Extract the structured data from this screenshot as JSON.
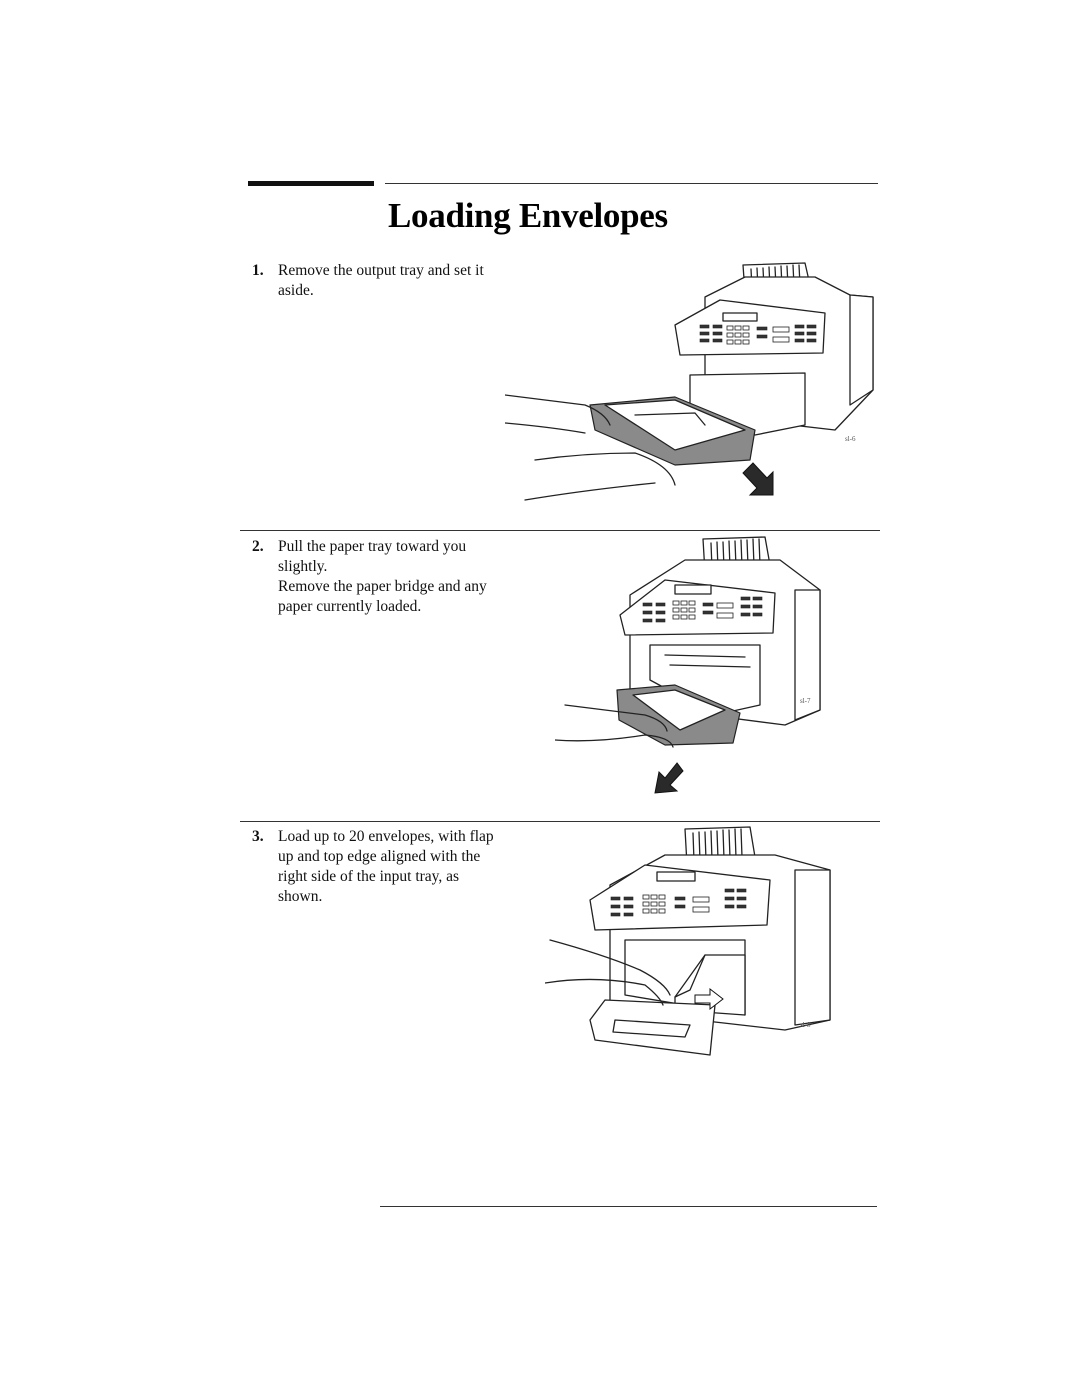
{
  "page": {
    "title": "Loading Envelopes"
  },
  "steps": [
    {
      "number": "1.",
      "lines": [
        "Remove the output tray and set it aside."
      ],
      "figure_label": "sl-6"
    },
    {
      "number": "2.",
      "lines": [
        "Pull the paper tray toward you slightly.",
        "Remove the paper bridge and any paper currently loaded."
      ],
      "figure_label": "sl-7"
    },
    {
      "number": "3.",
      "lines": [
        "Load up to 20 envelopes, with flap up and top edge aligned with the right side of the input tray, as shown."
      ],
      "figure_label": "sl-8"
    }
  ]
}
